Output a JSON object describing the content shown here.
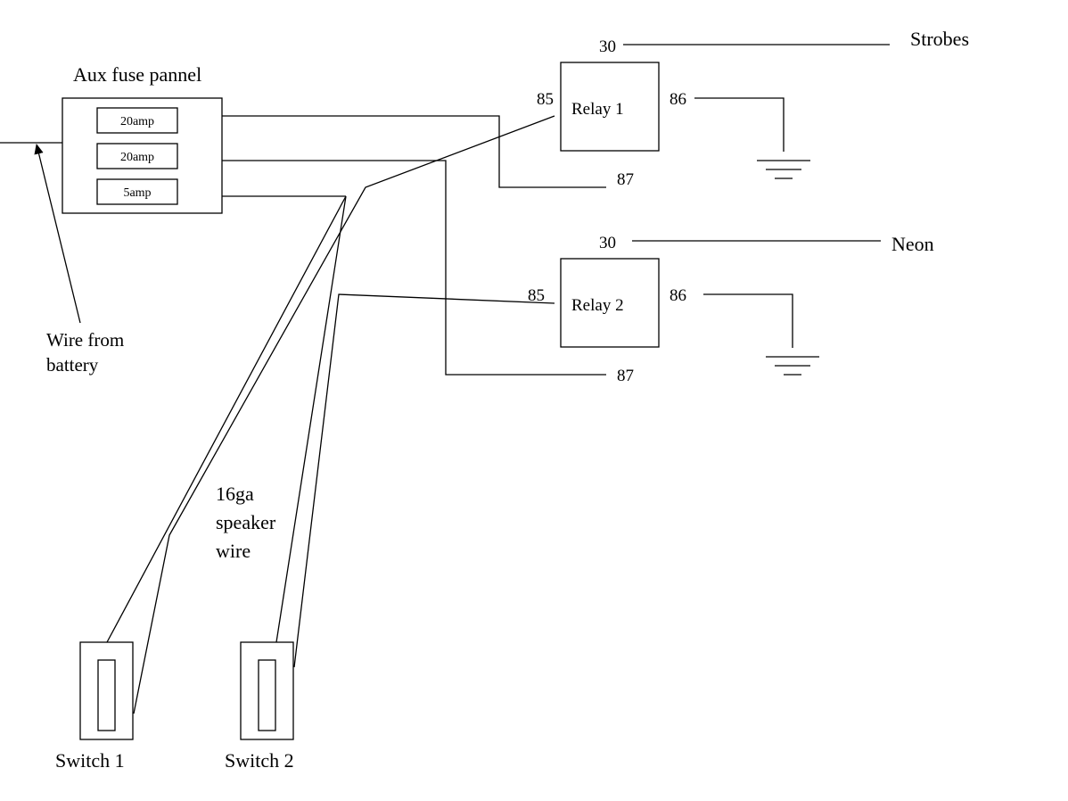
{
  "fuse_panel": {
    "title": "Aux fuse pannel",
    "fuses": [
      "20amp",
      "20amp",
      "5amp"
    ]
  },
  "battery_label": [
    "Wire from",
    "battery"
  ],
  "relay1": {
    "label": "Relay 1",
    "pin_30": "30",
    "pin_85": "85",
    "pin_86": "86",
    "pin_87": "87",
    "output": "Strobes"
  },
  "relay2": {
    "label": "Relay 2",
    "pin_30": "30",
    "pin_85": "85",
    "pin_86": "86",
    "pin_87": "87",
    "output": "Neon"
  },
  "wire_note": [
    "16ga",
    "speaker",
    "wire"
  ],
  "switch1": {
    "label": "Switch 1"
  },
  "switch2": {
    "label": "Switch 2"
  }
}
